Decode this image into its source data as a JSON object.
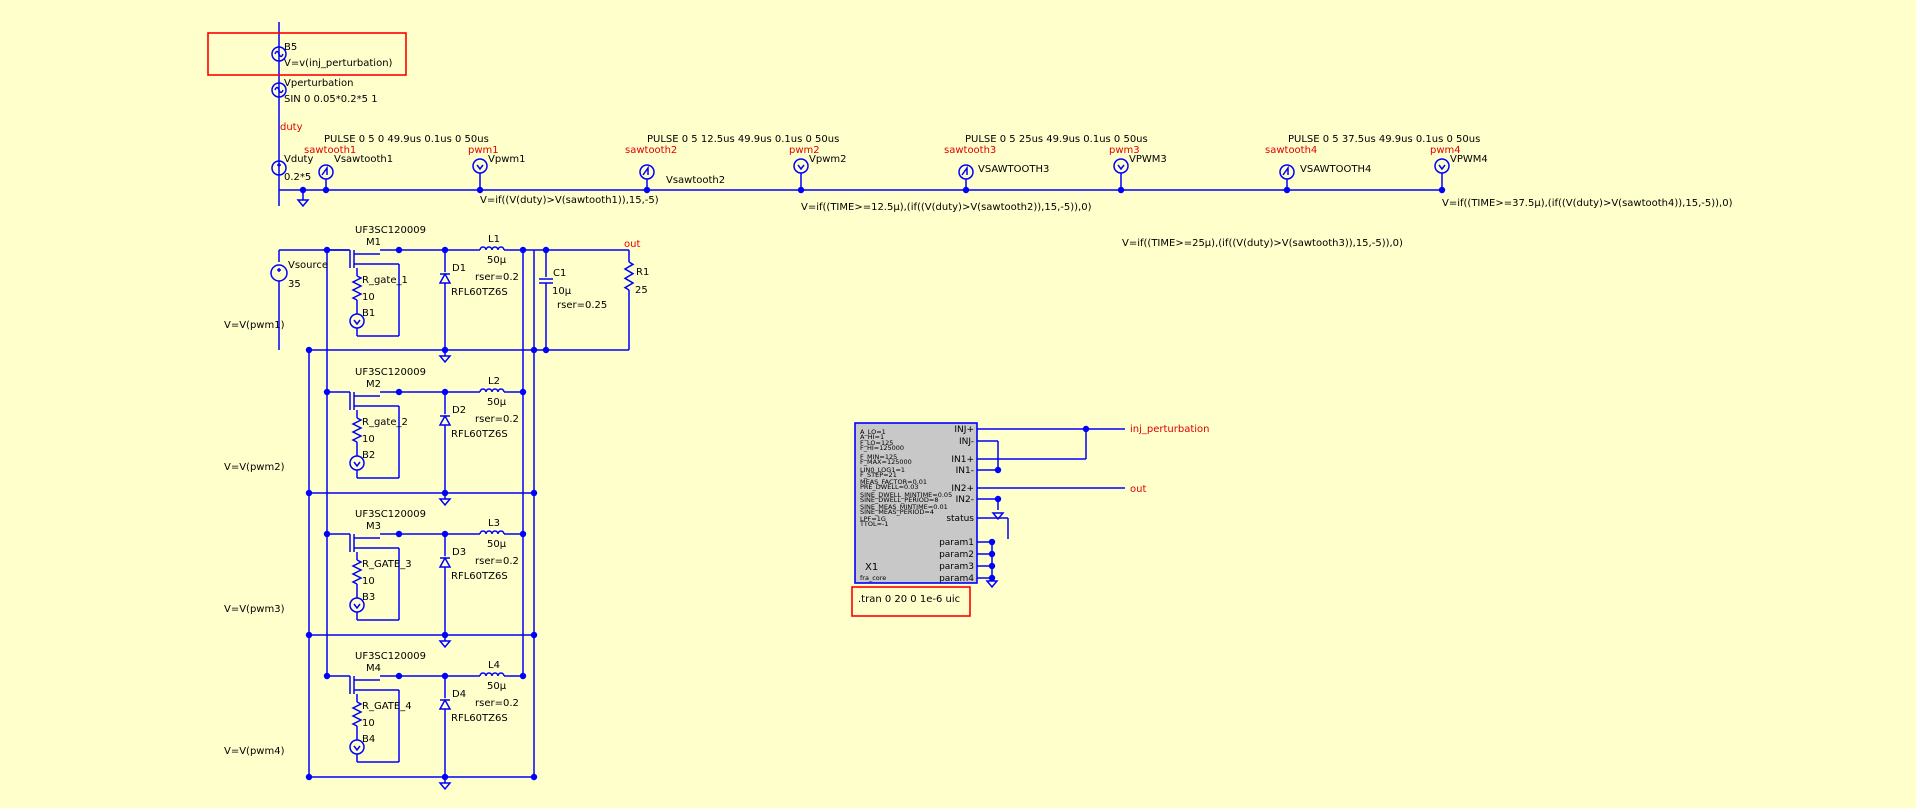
{
  "colors": {
    "background": "#ffffcc",
    "wire": "#0000ff",
    "netlabel": "#e00000",
    "highlight": "#ff0000",
    "block": "#c8c8c8"
  },
  "sources": {
    "b5": {
      "name": "B5",
      "value": "V=v(inj_perturbation)"
    },
    "vperturbation": {
      "name": "Vperturbation",
      "value": "SIN 0 0.05*0.2*5 1"
    },
    "vduty": {
      "name": "Vduty",
      "value": "0.2*5",
      "net": "duty"
    },
    "vsource": {
      "name": "Vsource",
      "value": "35"
    },
    "saw": [
      {
        "net": "sawtooth1",
        "name": "Vsawtooth1",
        "pulse": "PULSE 0 5 0 49.9us 0.1us 0 50us"
      },
      {
        "net": "sawtooth2",
        "name": "Vsawtooth2",
        "pulse": "PULSE 0 5 12.5us 49.9us 0.1us 0 50us"
      },
      {
        "net": "sawtooth3",
        "name": "VSAWTOOTH3",
        "pulse": "PULSE 0 5 25us 49.9us 0.1us 0 50us"
      },
      {
        "net": "sawtooth4",
        "name": "VSAWTOOTH4",
        "pulse": "PULSE 0 5 37.5us 49.9us 0.1us 0 50us"
      }
    ],
    "pwm": [
      {
        "net": "pwm1",
        "name": "Vpwm1",
        "expr": "V=if((V(duty)>V(sawtooth1)),15,-5)"
      },
      {
        "net": "pwm2",
        "name": "Vpwm2",
        "expr": "V=if((TIME>=12.5µ),(if((V(duty)>V(sawtooth2)),15,-5)),0)"
      },
      {
        "net": "pwm3",
        "name": "VPWM3",
        "expr": "V=if((TIME>=25µ),(if((V(duty)>V(sawtooth3)),15,-5)),0)"
      },
      {
        "net": "pwm4",
        "name": "VPWM4",
        "expr": "V=if((TIME>=37.5µ),(if((V(duty)>V(sawtooth4)),15,-5)),0)"
      }
    ]
  },
  "phases": [
    {
      "mos_model": "UF3SC120009",
      "mos": "M1",
      "rgate": "R_gate_1",
      "rgate_val": "10",
      "bsrc": "B1",
      "bexpr": "V=V(pwm1)",
      "diode": "D1",
      "diode_model": "RFL60TZ6S",
      "ind": "L1",
      "ind_val": "50µ",
      "rser": "rser=0.2"
    },
    {
      "mos_model": "UF3SC120009",
      "mos": "M2",
      "rgate": "R_gate_2",
      "rgate_val": "10",
      "bsrc": "B2",
      "bexpr": "V=V(pwm2)",
      "diode": "D2",
      "diode_model": "RFL60TZ6S",
      "ind": "L2",
      "ind_val": "50µ",
      "rser": "rser=0.2"
    },
    {
      "mos_model": "UF3SC120009",
      "mos": "M3",
      "rgate": "R_GATE_3",
      "rgate_val": "10",
      "bsrc": "B3",
      "bexpr": "V=V(pwm3)",
      "diode": "D3",
      "diode_model": "RFL60TZ6S",
      "ind": "L3",
      "ind_val": "50µ",
      "rser": "rser=0.2"
    },
    {
      "mos_model": "UF3SC120009",
      "mos": "M4",
      "rgate": "R_GATE_4",
      "rgate_val": "10",
      "bsrc": "B4",
      "bexpr": "V=V(pwm4)",
      "diode": "D4",
      "diode_model": "RFL60TZ6S",
      "ind": "L4",
      "ind_val": "50µ",
      "rser": "rser=0.2"
    }
  ],
  "output": {
    "cap": {
      "name": "C1",
      "value": "10µ",
      "rser": "rser=0.25"
    },
    "res": {
      "name": "R1",
      "value": "25"
    },
    "net": "out"
  },
  "fra_block": {
    "instance": "X1",
    "model": "fra_core",
    "params": [
      "A_LO=1",
      "A_HI=1",
      "F_LO=125",
      "F_HI=125000",
      "F_MIN=125",
      "F_MAX=125000",
      "LIN0_LOG1=1",
      "F_STEP=21",
      "MEAS_FACTOR=0.01",
      "PRE_DWELL=0.03",
      "SINE_DWELL_MINTIME=0.05",
      "SINE_DWELL_PERIOD=8",
      "SINE_MEAS_MINTIME=0.01",
      "SINE_MEAS_PERIOD=4",
      "LPF=1G",
      "TTOL=-1"
    ],
    "ports": [
      "INJ+",
      "INJ-",
      "IN1+",
      "IN1-",
      "IN2+",
      "IN2-",
      "status",
      "param1",
      "param2",
      "param3",
      "param4"
    ],
    "net_inj": "inj_perturbation",
    "net_out": "out"
  },
  "directive": ".tran 0 20 0 1e-6 uic"
}
